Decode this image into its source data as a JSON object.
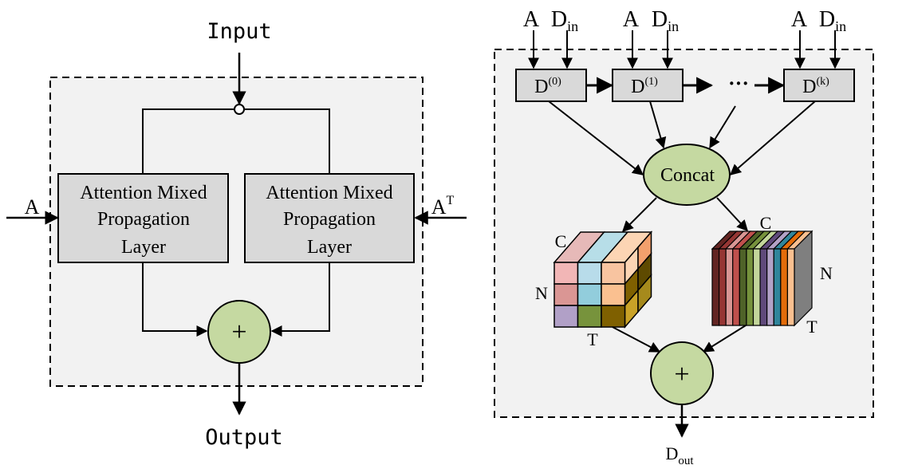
{
  "left": {
    "input_label": "Input",
    "output_label": "Output",
    "a_label": "A",
    "at_label": {
      "base": "A",
      "sup": "T"
    },
    "layer_left": [
      "Attention Mixed",
      "Propagation",
      "Layer"
    ],
    "layer_right": [
      "Attention Mixed",
      "Propagation",
      "Layer"
    ],
    "sum_symbol": "+"
  },
  "right": {
    "inputs": [
      {
        "a": "A",
        "d": "D",
        "d_sub": "in"
      },
      {
        "a": "A",
        "d": "D",
        "d_sub": "in"
      },
      {
        "a": "A",
        "d": "D",
        "d_sub": "in"
      }
    ],
    "blocks": [
      {
        "base": "D",
        "sup": "(0)"
      },
      {
        "base": "D",
        "sup": "(1)"
      },
      {
        "base": "D",
        "sup": "(k)"
      }
    ],
    "ellipsis": "···",
    "concat_label": "Concat",
    "cube_left_axes": {
      "c": "C",
      "n": "N",
      "t": "T"
    },
    "cube_right_axes": {
      "c": "C",
      "n": "N",
      "t": "T"
    },
    "sum_symbol": "+",
    "output": {
      "base": "D",
      "sub": "out"
    }
  },
  "colors": {
    "panel_fill": "#f2f2f2",
    "box_fill": "#d9d9d9",
    "node_fill": "#c5d9a1",
    "cube_left_grid": [
      "#f2b6b6",
      "#b8dcea",
      "#f8c4a0",
      "#da9694",
      "#92cddc",
      "#fac090",
      "#b1a0c7",
      "#77933c",
      "#7f6000",
      "#c0504d",
      "#ff0000",
      "#ffc000"
    ],
    "cube_left_top": [
      "#e6b9b8",
      "#b7dee8",
      "#fcd5b4"
    ],
    "cube_left_side": [
      "#fcd5b4",
      "#f2a06c",
      "#7f6000",
      "#5e4a00",
      "#c9a227",
      "#a68a1c"
    ],
    "cube_right_slices": [
      "#632523",
      "#963634",
      "#d99694",
      "#c0504d",
      "#4f6228",
      "#76923c",
      "#c3d69b",
      "#604a7b",
      "#b3a2c7",
      "#31859b",
      "#e46c0a",
      "#fac090"
    ],
    "cube_right_side": "#7f7f7f"
  }
}
